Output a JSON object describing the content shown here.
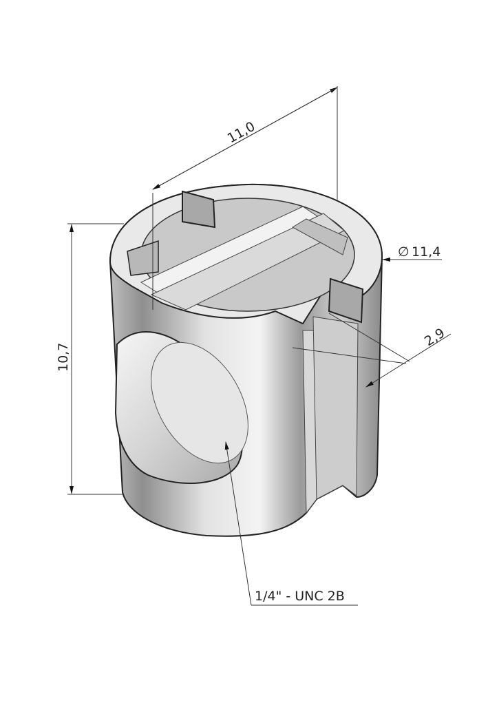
{
  "drawing": {
    "dimensions": {
      "length": "11,0",
      "diameter_symbol": "∅",
      "diameter": "11,4",
      "slot_width": "2,9",
      "height": "10,7"
    },
    "callouts": {
      "thread": "1/4\" - UNC 2B"
    }
  }
}
